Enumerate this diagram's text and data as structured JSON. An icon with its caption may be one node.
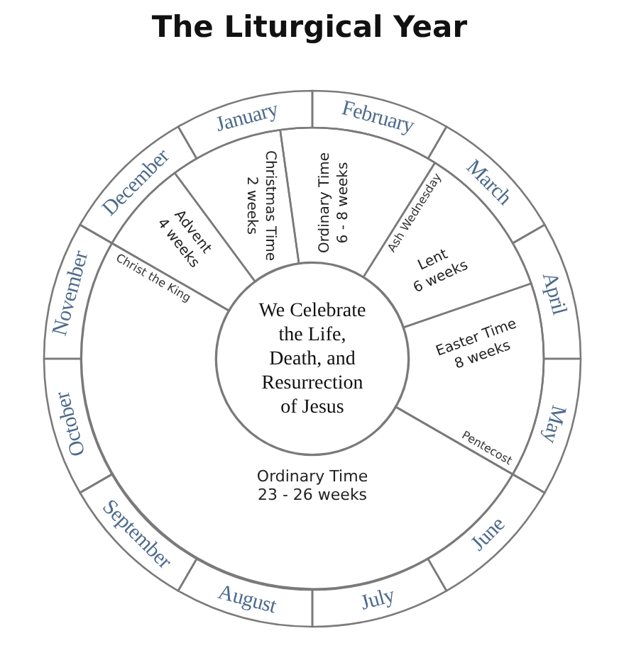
{
  "diagram": {
    "title": "The Liturgical Year",
    "nodes": [
      {
        "text": [
          "We Celebrate the Life, Death, and Resurrection of Jesus"
        ]
      },
      {
        "text": [
          "Advent",
          "4 weeks"
        ]
      },
      {
        "text": [
          "Christmas Time",
          "2 weeks"
        ]
      },
      {
        "text": [
          "Ordinary Time",
          "6 - 8 weeks"
        ]
      },
      {
        "text": [
          "Lent",
          "6 weeks"
        ]
      },
      {
        "text": [
          "Easter Time",
          "8 weeks"
        ]
      },
      {
        "text": [
          "Ordinary Time",
          "23 - 26 weeks"
        ]
      },
      {
        "text": [
          "January"
        ]
      },
      {
        "text": [
          "February"
        ]
      },
      {
        "text": [
          "March"
        ]
      },
      {
        "text": [
          "April"
        ]
      },
      {
        "text": [
          "May"
        ]
      },
      {
        "text": [
          "June"
        ]
      },
      {
        "text": [
          "July"
        ]
      },
      {
        "text": [
          "August"
        ]
      },
      {
        "text": [
          "September"
        ]
      },
      {
        "text": [
          "October"
        ]
      },
      {
        "text": [
          "November"
        ]
      },
      {
        "text": [
          "December"
        ]
      }
    ],
    "labels": [
      "Ash Wednesday",
      "Christ the King",
      "Pentecost"
    ]
  }
}
